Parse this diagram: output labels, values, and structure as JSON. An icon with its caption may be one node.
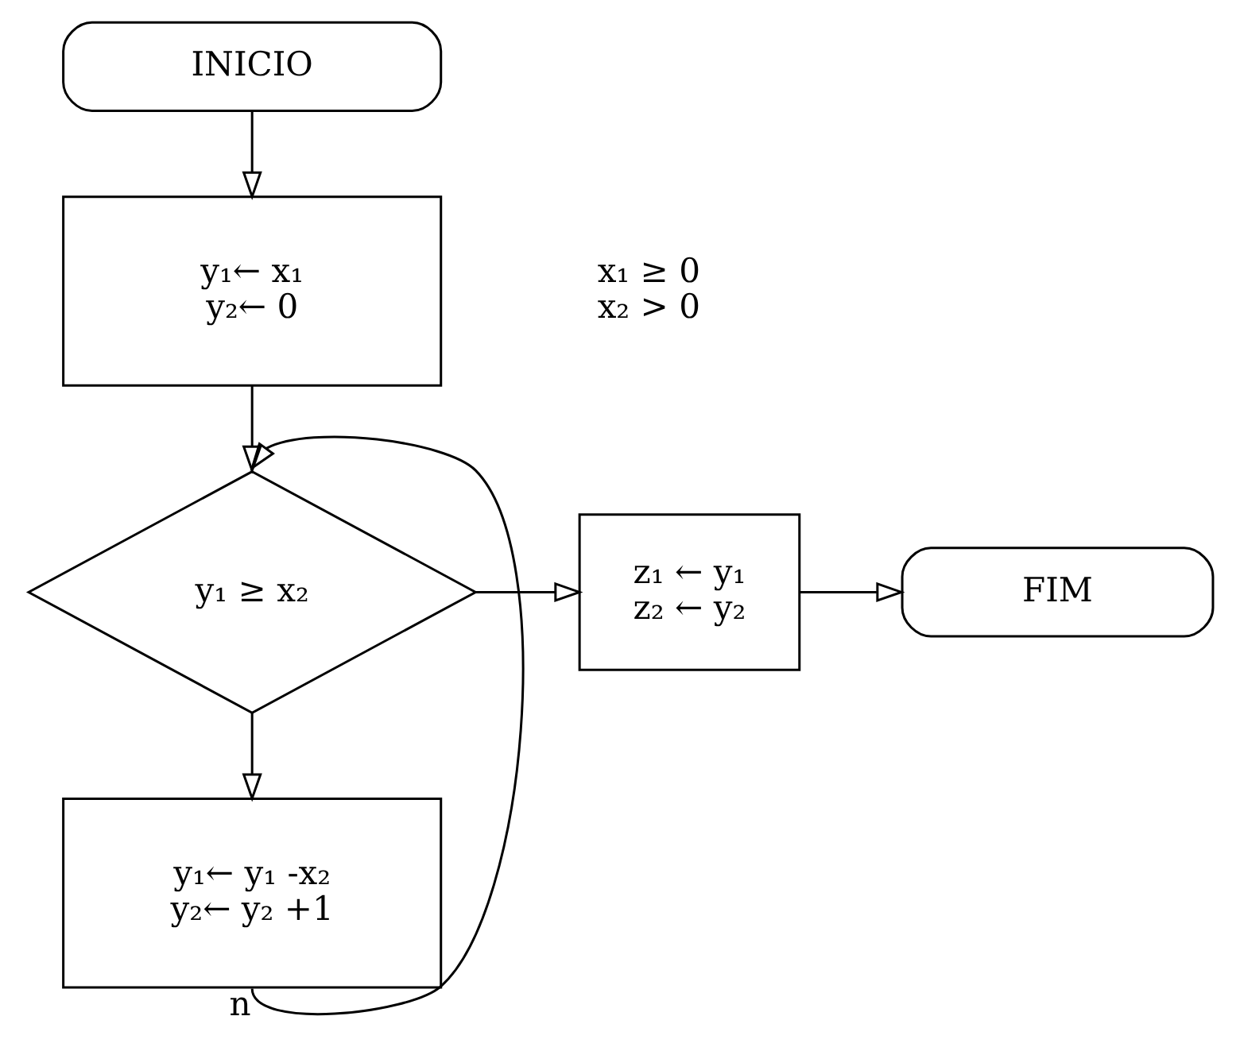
{
  "diagram": {
    "nodes": [
      {
        "text": [
          "INICIO"
        ]
      },
      {
        "text": [
          "y₁← x₁",
          "y₂← 0"
        ],
        "beside": [
          "x₁ ≥ 0",
          "x₂ > 0"
        ]
      },
      {
        "text": [
          "y₁ ≥ x₂"
        ]
      },
      {
        "text": [
          "z₁ ← y₁",
          "z₂ ← y₂"
        ]
      },
      {
        "text": [
          "FIM"
        ]
      },
      {
        "text": [
          "y₁← y₁ -x₂",
          "y₂← y₂ +1"
        ]
      }
    ],
    "edges": [
      {
        "from": 0,
        "to": 1,
        "arrow": "to"
      },
      {
        "from": 1,
        "to": 2,
        "arrow": "to"
      },
      {
        "from": 2,
        "to": 3,
        "arrow": "to"
      },
      {
        "from": 3,
        "to": 4,
        "arrow": "to"
      },
      {
        "from": 2,
        "to": 5,
        "arrow": "to"
      },
      {
        "from": 5,
        "to": 2,
        "label": "n",
        "arrow": "to"
      }
    ]
  }
}
